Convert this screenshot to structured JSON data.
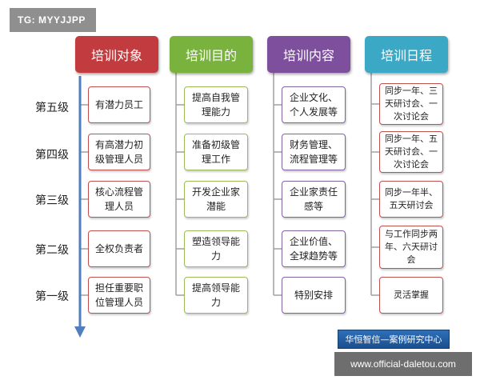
{
  "watermark_tag": "TG: MYYJJPP",
  "columns": [
    {
      "title": "培训对象",
      "color": "#c23b3e",
      "items": [
        "有潜力员工",
        "有高潜力初级管理人员",
        "核心流程管理人员",
        "全权负责者",
        "担任重要职位管理人员"
      ]
    },
    {
      "title": "培训目的",
      "color": "#79b23c",
      "items": [
        "提高自我管理能力",
        "准备初级管理工作",
        "开发企业家潜能",
        "塑造领导能力",
        "提高领导能力"
      ]
    },
    {
      "title": "培训内容",
      "color": "#7d4f9c",
      "items": [
        "企业文化、个人发展等",
        "财务管理、流程管理等",
        "企业家责任感等",
        "企业价值、全球趋势等",
        "特别安排"
      ]
    },
    {
      "title": "培训日程",
      "color": "#3ba8c6",
      "items": [
        "同步一年、三天研讨会、一次讨论会",
        "同步一年、五天研讨会、一次讨论会",
        "同步一年半、五天研讨会",
        "与工作同步两年、六天研讨会",
        "灵活掌握"
      ]
    }
  ],
  "levels": [
    "第五级",
    "第四级",
    "第三级",
    "第二级",
    "第一级"
  ],
  "box_borders": [
    "#c0504d",
    "#9bbb59",
    "#8064a2",
    "#c0504d"
  ],
  "banner_text": "华恒智信—案例研究中心",
  "website": "www.official-daletou.com"
}
